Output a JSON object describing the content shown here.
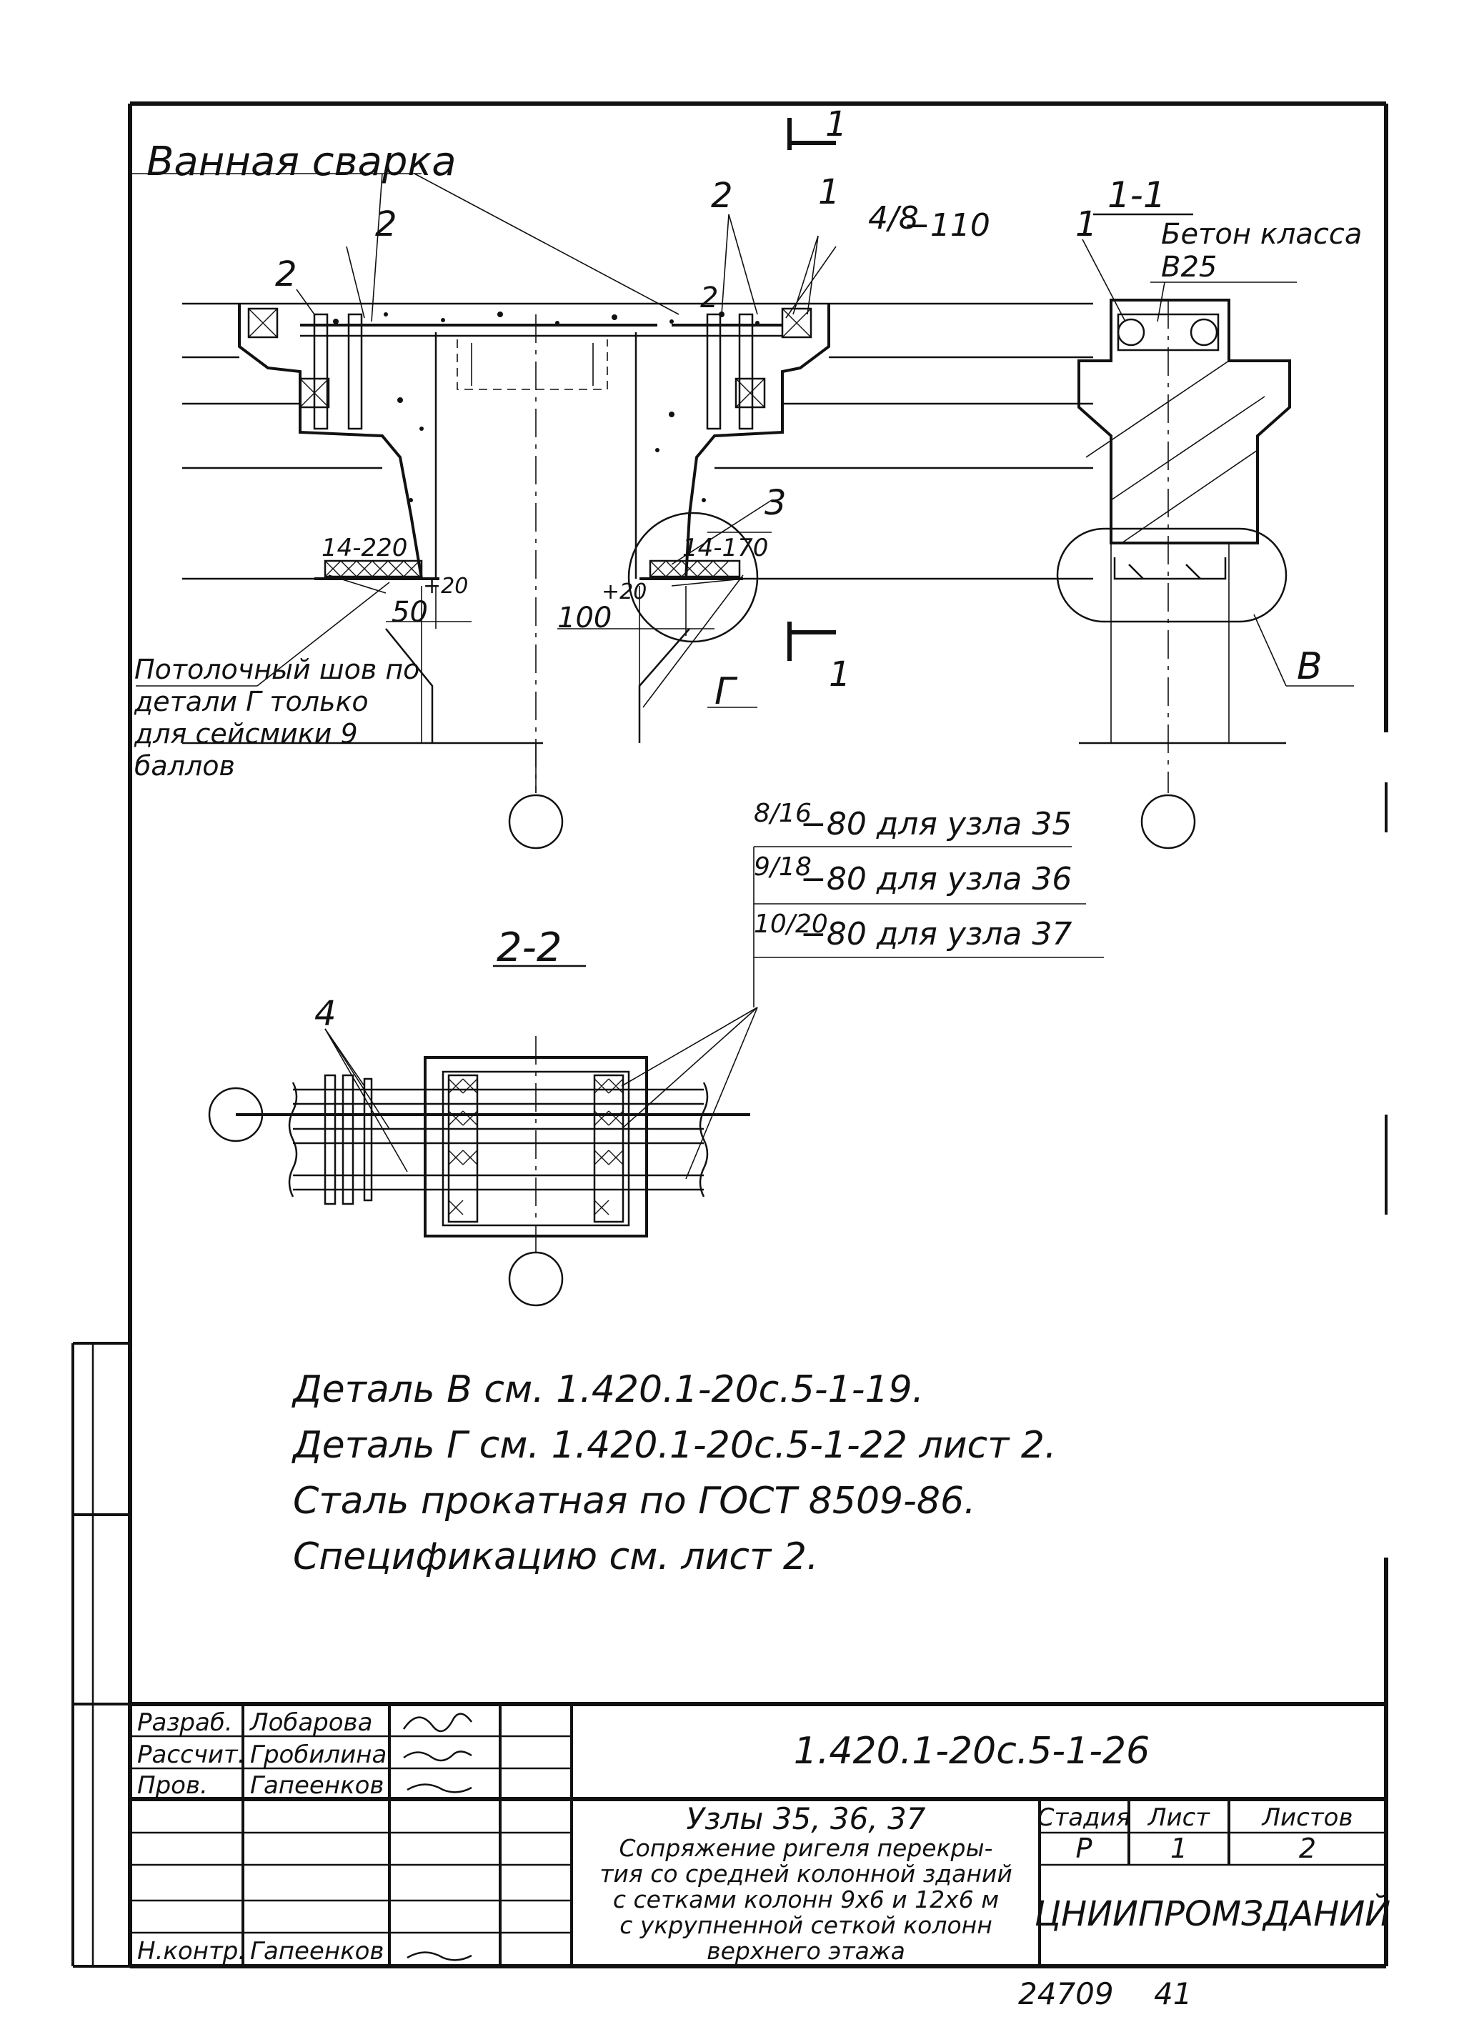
{
  "labels": {
    "weld_note": "Ванная сварка",
    "pos1": "1",
    "pos2": "2",
    "pos3": "3",
    "pos4": "4",
    "frac_4_8": "4/8",
    "frac_4_8_value": "−110",
    "label_14_22": "14-220",
    "label_14_17": "14-170",
    "dim_50": "50",
    "tol_50": "+20",
    "dim_100": "100",
    "tol_100": "+20",
    "ceiling_weld": "Потолочный шов по детали Г только для сейсмики 9 баллов",
    "detail_g": "Г",
    "detail_v": "В",
    "section_11_mark": "1",
    "section_11_title": "1-1",
    "section_22_title": "2-2",
    "concrete": "Бетон класса В25",
    "frac_8_16": "8/16",
    "frac_9_18": "9/18",
    "frac_10_20": "10/20",
    "for_35": "−80 для узла 35",
    "for_36": "−80 для узла 36",
    "for_37": "−80 для узла 37"
  },
  "notes": [
    "Деталь В см. 1.420.1-20с.5-1-19.",
    "Деталь Г см. 1.420.1-20с.5-1-22 лист 2.",
    "Сталь прокатная по ГОСТ 8509-86.",
    "Спецификацию см. лист 2."
  ],
  "title_block": {
    "roles": [
      "Разраб.",
      "Рассчит.",
      "Пров.",
      "",
      "",
      "",
      "Н.контр."
    ],
    "names": [
      "Лобарова",
      "Гробилина",
      "Гапеенков",
      "",
      "",
      "",
      "Гапеенков"
    ],
    "designation": "1.420.1-20с.5-1-26",
    "title_lines": [
      "Узлы 35, 36, 37",
      "Сопряжение ригеля перекры-",
      "тия со средней колонной зданий",
      "с сетками колонн 9х6 и 12х6 м",
      "с укрупненной сеткой колонн",
      "верхнего этажа"
    ],
    "stage_label": "Стадия",
    "sheet_label": "Лист",
    "sheets_label": "Листов",
    "stage": "Р",
    "sheet": "1",
    "sheets": "2",
    "organization": "ЦНИИПРОМЗДАНИЙ"
  },
  "footer": {
    "number": "24709",
    "page": "41"
  }
}
